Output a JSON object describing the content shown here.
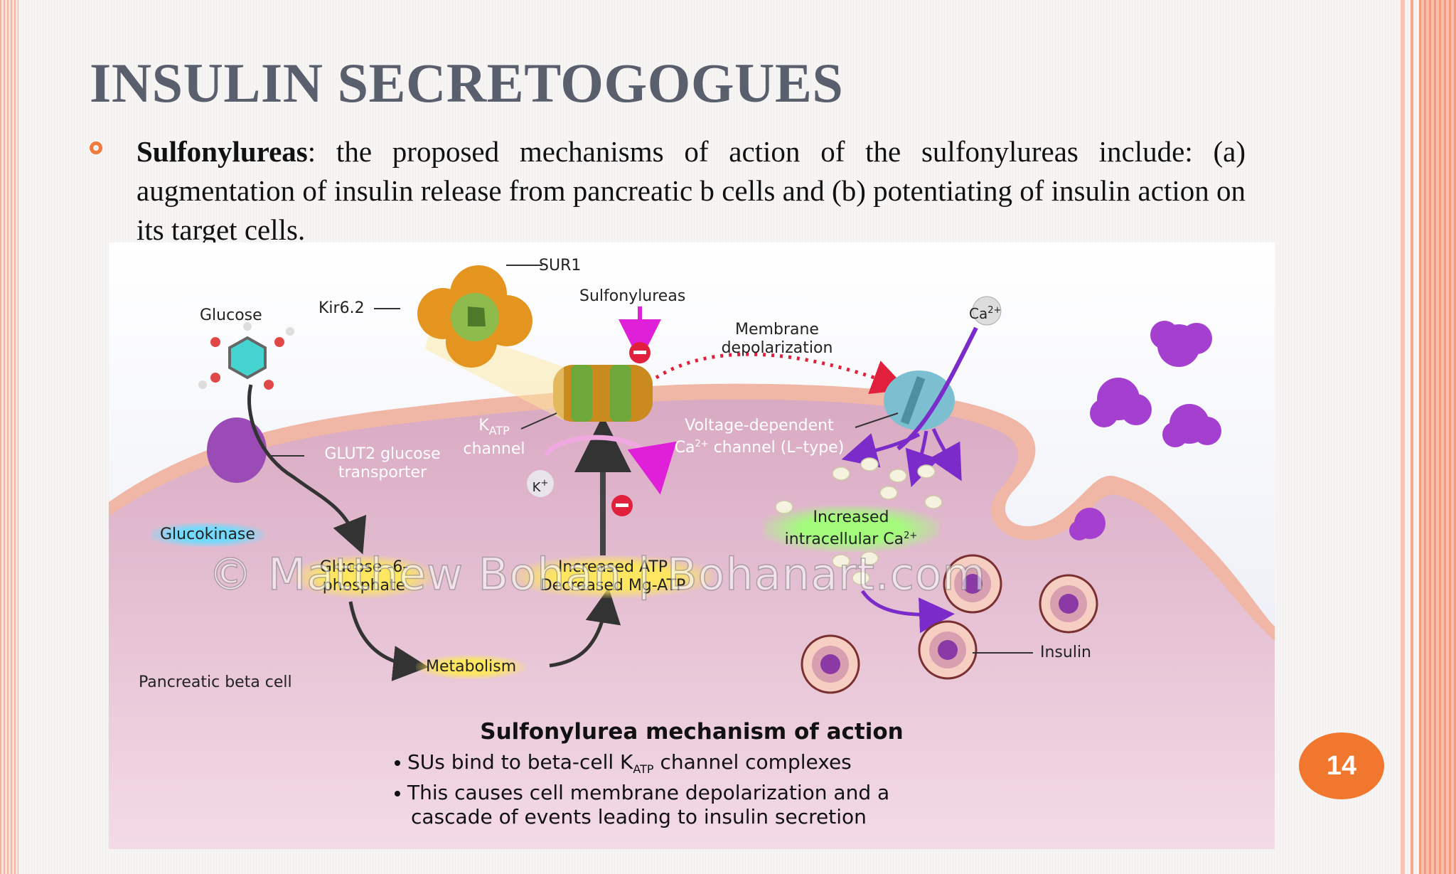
{
  "slide": {
    "title": "INSULIN SECRETOGOGUES",
    "bullet_term": "Sulfonylureas",
    "bullet_text": ": the proposed mechanisms of action of the sulfonylureas include: (a) augmentation of insulin release from pancreatic b cells and (b) potentiating of insulin action on its target cells.",
    "page_number": "14"
  },
  "figure": {
    "labels": {
      "sur1": "SUR1",
      "sulfonylureas": "Sulfonylureas",
      "glucose": "Glucose",
      "kir62": "Kir6.2",
      "membrane_depolarization_1": "Membrane",
      "membrane_depolarization_2": "depolarization",
      "ca_ion": "Ca",
      "ca_ion_sup": "2+",
      "katp_k": "K",
      "katp_sub": "ATP",
      "katp_channel": "channel",
      "glut2_1": "GLUT2 glucose",
      "glut2_2": "transporter",
      "voltage_1": "Voltage-dependent",
      "voltage_2": "channel (L–type)",
      "voltage_ca": "Ca",
      "voltage_ca_sup": "2+",
      "k_ion": "K",
      "k_ion_sup": "+",
      "glucokinase": "Glucokinase",
      "increased_ca_1": "Increased",
      "increased_ca_2": "intracellular Ca",
      "increased_ca_sup": "2+",
      "g6p_1": "Glucose -6-",
      "g6p_2": "phosphate",
      "atp_1": "Increased ATP",
      "atp_2": "Decreased Mg-ATP",
      "metabolism": "Metabolism",
      "insulin": "Insulin",
      "cell_name": "Pancreatic beta cell",
      "watermark": "© Matthew Bohan | Bohanart.com"
    },
    "caption": {
      "title": "Sulfonylurea mechanism of action",
      "line1_pre": "SUs bind to beta-cell K",
      "line1_sub": "ATP",
      "line1_post": " channel complexes",
      "line2": "This causes cell membrane depolarization and a",
      "line3": "cascade  of events leading to insulin secretion"
    }
  },
  "colors": {
    "title": "#5a5f6e",
    "accent_orange": "#f2772e",
    "cell_pink": "#e9bfd2",
    "membrane": "#f0b6a6",
    "arrow_purple": "#7a2bc9",
    "arrow_magenta": "#e020d8"
  }
}
